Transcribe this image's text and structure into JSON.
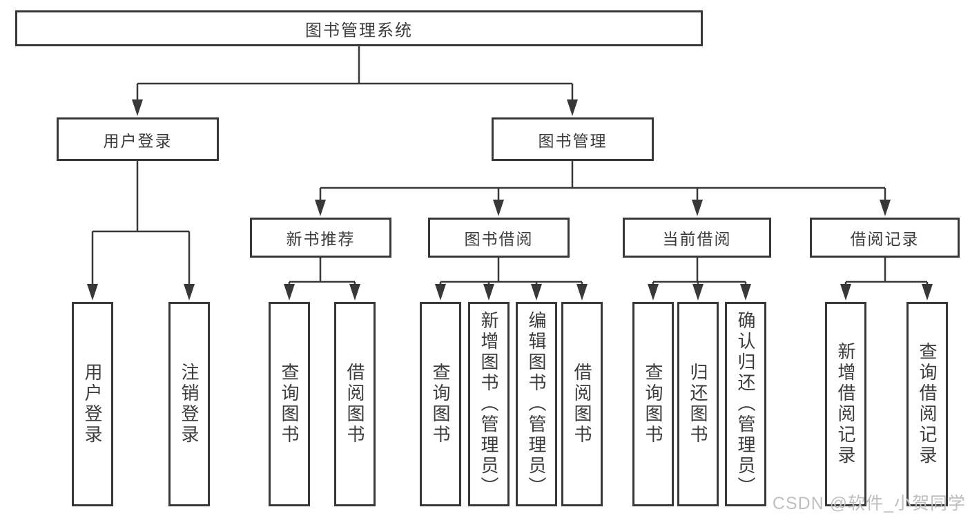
{
  "diagram": {
    "root": {
      "label": "图书管理系统"
    },
    "branches": [
      {
        "label": "用户登录",
        "children": [
          {
            "label": "用户登录"
          },
          {
            "label": "注销登录"
          }
        ]
      },
      {
        "label": "图书管理",
        "children": [
          {
            "label": "新书推荐",
            "children": [
              {
                "label": "查询图书"
              },
              {
                "label": "借阅图书"
              }
            ]
          },
          {
            "label": "图书借阅",
            "children": [
              {
                "label": "查询图书"
              },
              {
                "label": "新增图书（管理员）"
              },
              {
                "label": "编辑图书（管理员）"
              },
              {
                "label": "借阅图书"
              }
            ]
          },
          {
            "label": "当前借阅",
            "children": [
              {
                "label": "查询图书"
              },
              {
                "label": "归还图书"
              },
              {
                "label": "确认归还（管理员）"
              }
            ]
          },
          {
            "label": "借阅记录",
            "children": [
              {
                "label": "新增借阅记录"
              },
              {
                "label": "查询借阅记录"
              }
            ]
          }
        ]
      }
    ]
  },
  "watermark": "CSDN @软件_小贺同学",
  "colors": {
    "line": "#383838",
    "text": "#3c3c3c",
    "background": "#ffffff",
    "watermark": "#bfbfbf"
  }
}
